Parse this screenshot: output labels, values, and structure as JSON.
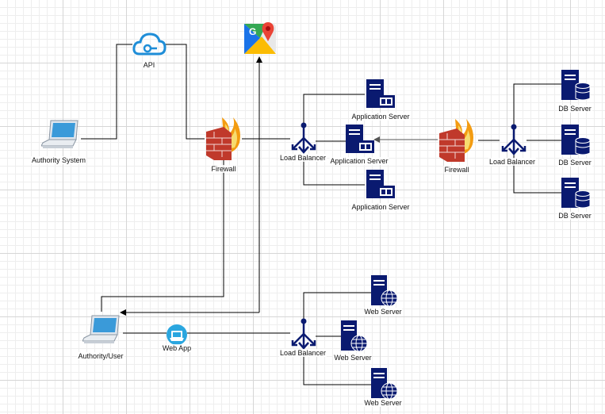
{
  "nodes": {
    "api": "API",
    "authority_system": "Authority System",
    "firewall_1": "Firewall",
    "firewall_2": "Firewall",
    "lb_app": "Load Balancer",
    "app_server_1": "Application Server",
    "app_server_2": "Application Server",
    "app_server_3": "Application Server",
    "lb_db": "Load Balancer",
    "db_server_1": "DB Server",
    "db_server_2": "DB Server",
    "db_server_3": "DB Server",
    "authority_user": "Authority/User",
    "web_app": "Web App",
    "lb_web": "Load Balancer",
    "web_server_1": "Web Server",
    "web_server_2": "Web Server",
    "web_server_3": "Web Server"
  },
  "colors": {
    "server_navy": "#0a1a70",
    "cloud_blue": "#1f8ed8",
    "wire": "#000000",
    "firewall_brick": "#c0392b",
    "flame": "#f39c12"
  },
  "icons": {
    "api": "cloud-api-icon",
    "maps": "google-maps-icon",
    "laptop": "laptop-icon",
    "firewall": "firewall-icon",
    "load_balancer": "load-balancer-icon",
    "server": "server-icon",
    "db": "database-icon",
    "web_app": "web-app-icon"
  }
}
